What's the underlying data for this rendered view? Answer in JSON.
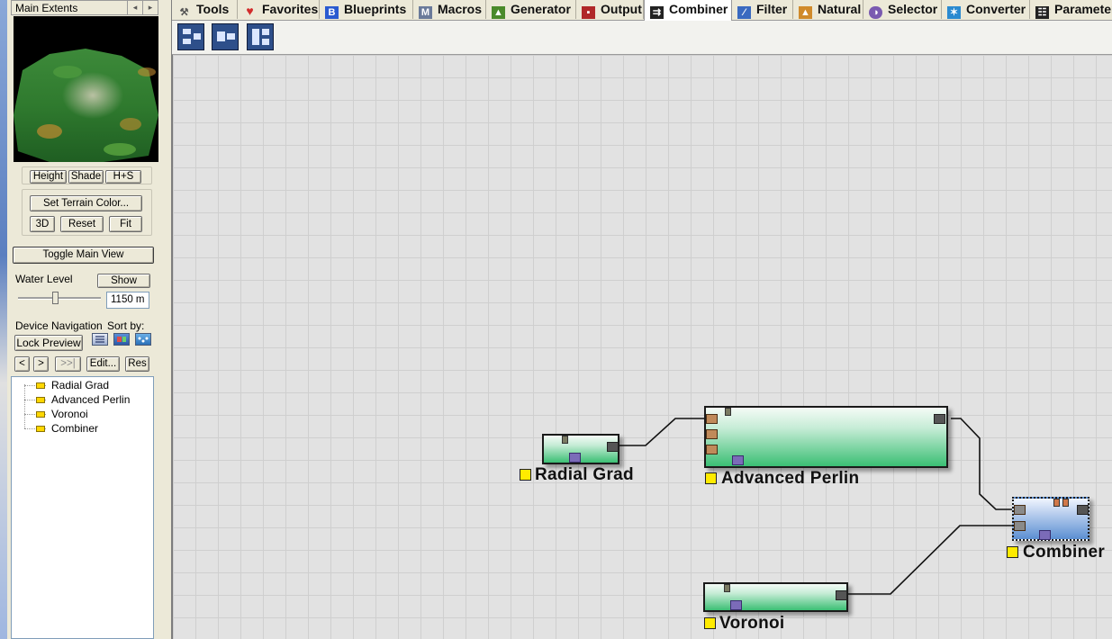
{
  "preview": {
    "title": "Main Extents",
    "nav_prev": "◂",
    "nav_next": "▸"
  },
  "view_buttons": {
    "height": "Height",
    "shade": "Shade",
    "hs": "H+S",
    "set_color": "Set Terrain Color...",
    "three_d": "3D",
    "reset": "Reset",
    "fit": "Fit",
    "toggle_main": "Toggle Main View"
  },
  "water": {
    "label": "Water Level",
    "show": "Show",
    "value": "1150 m",
    "slider_fraction": 0.45
  },
  "device_nav": {
    "label": "Device Navigation",
    "sort_label": "Sort by:",
    "lock_preview": "Lock Preview",
    "back": "<",
    "forward": ">",
    "last": ">>|",
    "edit": "Edit...",
    "res": "Res",
    "sort_icons": [
      "list-sort-icon",
      "type-sort-icon",
      "tree-sort-icon"
    ],
    "items": [
      "Radial Grad",
      "Advanced Perlin",
      "Voronoi",
      "Combiner"
    ]
  },
  "tabs": [
    {
      "label": "Tools",
      "icon": "tools-icon",
      "color": "#6b6b6b"
    },
    {
      "label": "Favorites",
      "icon": "heart-icon",
      "color": "#d22c2c"
    },
    {
      "label": "Blueprints",
      "icon": "blueprint-icon",
      "color": "#2a5bd0"
    },
    {
      "label": "Macros",
      "icon": "macro-icon",
      "color": "#6a7a9a"
    },
    {
      "label": "Generator",
      "icon": "generator-icon",
      "color": "#4a8a2a"
    },
    {
      "label": "Output",
      "icon": "output-icon",
      "color": "#b02828"
    },
    {
      "label": "Combiner",
      "icon": "combiner-icon",
      "color": "#222222",
      "active": true
    },
    {
      "label": "Filter",
      "icon": "filter-icon",
      "color": "#3a6ac0"
    },
    {
      "label": "Natural",
      "icon": "natural-icon",
      "color": "#d08a2a"
    },
    {
      "label": "Selector",
      "icon": "selector-icon",
      "color": "#7a5ab0"
    },
    {
      "label": "Converter",
      "icon": "converter-icon",
      "color": "#2a8ad0"
    },
    {
      "label": "Parameter",
      "icon": "parameter-icon",
      "color": "#222222"
    }
  ],
  "toolbar": [
    "combiner-add-icon",
    "combiner-chain-icon",
    "combiner-split-icon"
  ],
  "nodes": [
    {
      "id": "radial",
      "label": "Radial Grad"
    },
    {
      "id": "perlin",
      "label": "Advanced Perlin"
    },
    {
      "id": "combiner",
      "label": "Combiner"
    },
    {
      "id": "voronoi",
      "label": "Voronoi"
    }
  ],
  "colors": {
    "node_green": "#3bbf74",
    "node_blue": "#5b8fd2",
    "flag_yellow": "#ffeb00",
    "canvas_bg": "#e2e2e2"
  }
}
